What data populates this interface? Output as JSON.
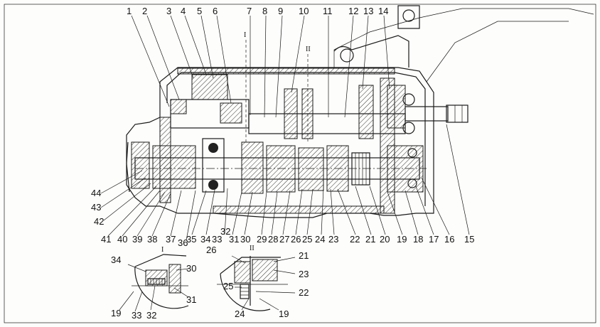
{
  "callouts_top": [
    "1",
    "2",
    "3",
    "4",
    "5",
    "6",
    "7",
    "8",
    "9",
    "10",
    "11",
    "12",
    "13",
    "14"
  ],
  "callouts_right": [
    "15",
    "16",
    "17",
    "18"
  ],
  "callouts_bottom": [
    "19",
    "20",
    "21",
    "22",
    "23",
    "24",
    "25",
    "26",
    "27",
    "28",
    "29",
    "30",
    "31",
    "32",
    "33",
    "34",
    "35",
    "36",
    "37",
    "38",
    "39",
    "40",
    "41",
    "42",
    "43",
    "44"
  ],
  "section_marks": [
    "I",
    "II"
  ],
  "detail_I": {
    "mark": "I",
    "labels": [
      "34",
      "30",
      "31",
      "33",
      "32",
      "19"
    ]
  },
  "detail_II": {
    "mark": "II",
    "labels": [
      "26",
      "21",
      "23",
      "25",
      "22",
      "24",
      "19"
    ]
  }
}
